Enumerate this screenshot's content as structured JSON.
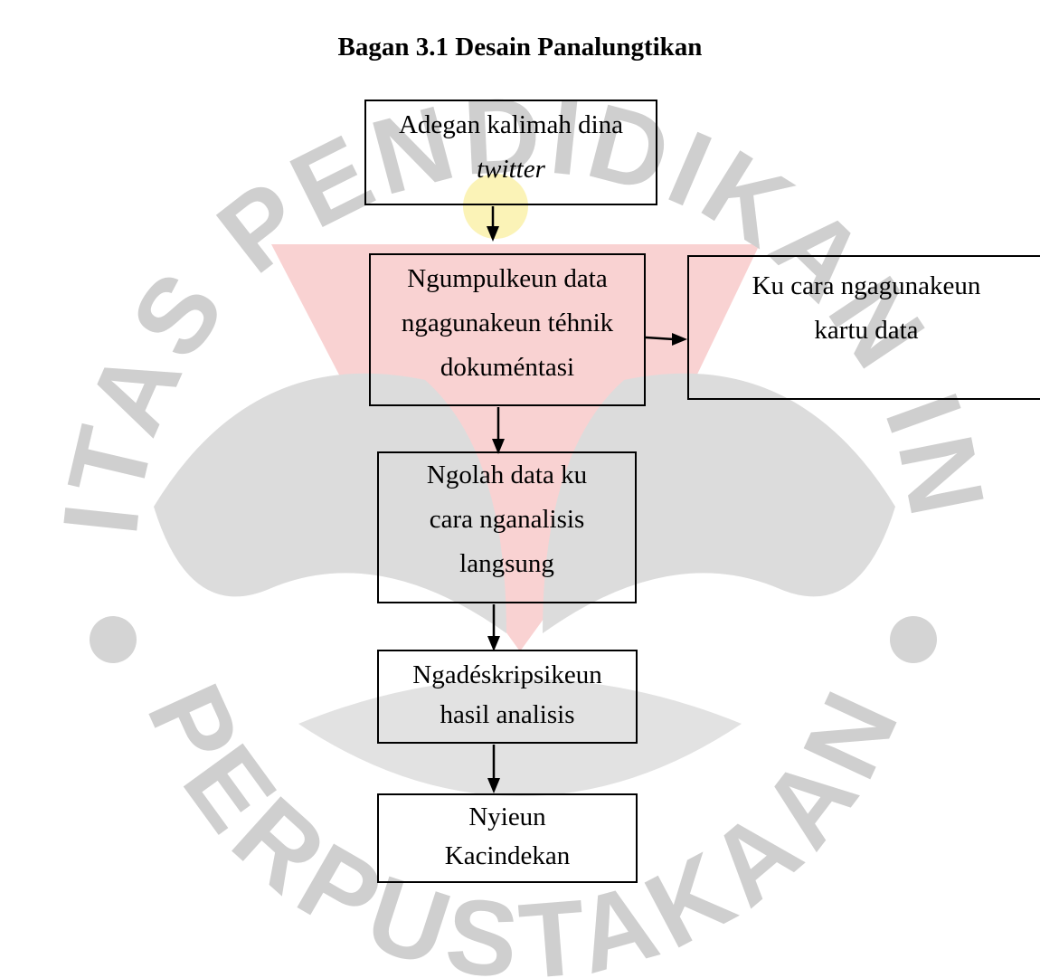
{
  "title": "Bagan 3.1 Desain Panalungtikan",
  "watermark": {
    "text_top": "UNIVERSITAS PENDIDIKAN INDONESIA",
    "text_bottom": "PERPUSTAKAAN",
    "colors": {
      "letters": "#c9c9c9",
      "red": "#f9d2d2",
      "gray": "#d9d9d9",
      "dot": "#d7d7d7",
      "yellow": "#fbf3b7"
    }
  },
  "boxes": {
    "collect_source": {
      "line1": "Adegan kalimah dina",
      "line2": "twitter"
    },
    "collect_data": {
      "line1": "Ngumpulkeun data",
      "line2": "ngagunakeun téhnik",
      "line3": "dokuméntasi"
    },
    "data_card": {
      "line1": "Ku cara ngagunakeun",
      "line2": "kartu data"
    },
    "process_data": {
      "line1": "Ngolah data ku",
      "line2": "cara nganalisis",
      "line3": "langsung"
    },
    "describe": {
      "line1": "Ngadéskripsikeun",
      "line2": "hasil analisis"
    },
    "conclude": {
      "line1": "Nyieun",
      "line2": "Kacindekan"
    }
  }
}
